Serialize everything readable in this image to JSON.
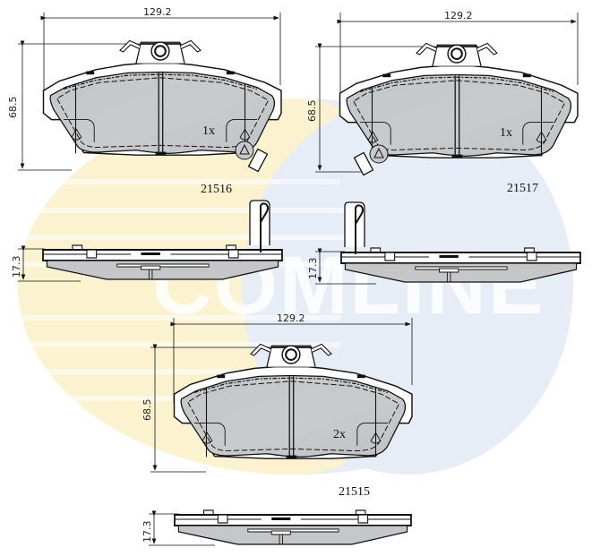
{
  "watermark": {
    "brand": "COMLINE",
    "colors": {
      "yellow": "#fdf6d6",
      "blue": "#e8eef8",
      "stripe": "#ffffff"
    }
  },
  "colors": {
    "pad_fill": "#c9cbcd",
    "pad_fill_dark": "#b7babc",
    "line": "#111111",
    "background": "#ffffff"
  },
  "parts": [
    {
      "code": "21516",
      "quantity": "1x",
      "width_dim": "129.2",
      "height_dim": "68.5",
      "thickness_dim": "17.3",
      "wear_sensor": "right"
    },
    {
      "code": "21517",
      "quantity": "1x",
      "width_dim": "129.2",
      "height_dim": "68.5",
      "thickness_dim": "17.3",
      "wear_sensor": "left"
    },
    {
      "code": "21515",
      "quantity": "2x",
      "width_dim": "129.2",
      "height_dim": "68.5",
      "thickness_dim": "17.3",
      "wear_sensor": "none"
    }
  ]
}
